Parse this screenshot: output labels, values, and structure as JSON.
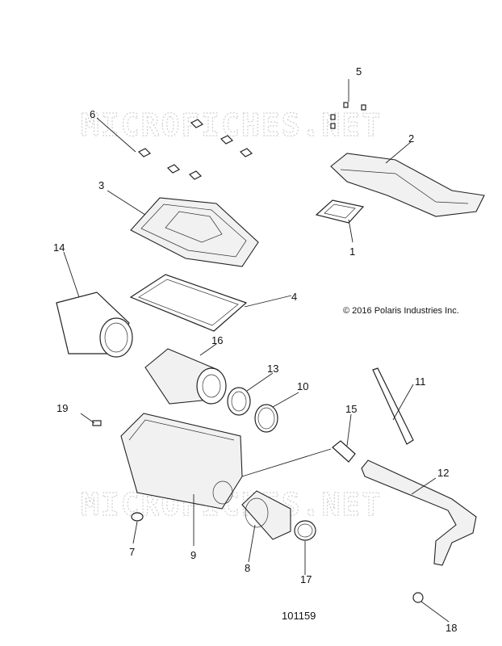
{
  "watermark": {
    "text_top": "MICROFICHES.NET",
    "text_bottom": "MICROFICHES.NET"
  },
  "copyright": "© 2016 Polaris Industries Inc.",
  "diagram_id": "101159",
  "callouts": [
    {
      "id": "c1",
      "label": "1"
    },
    {
      "id": "c2",
      "label": "2"
    },
    {
      "id": "c3",
      "label": "3"
    },
    {
      "id": "c4",
      "label": "4"
    },
    {
      "id": "c5",
      "label": "5"
    },
    {
      "id": "c6",
      "label": "6"
    },
    {
      "id": "c7",
      "label": "7"
    },
    {
      "id": "c8",
      "label": "8"
    },
    {
      "id": "c9",
      "label": "9"
    },
    {
      "id": "c10",
      "label": "10"
    },
    {
      "id": "c11",
      "label": "11"
    },
    {
      "id": "c12",
      "label": "12"
    },
    {
      "id": "c13",
      "label": "13"
    },
    {
      "id": "c14",
      "label": "14"
    },
    {
      "id": "c15",
      "label": "15"
    },
    {
      "id": "c16",
      "label": "16"
    },
    {
      "id": "c17",
      "label": "17"
    },
    {
      "id": "c18",
      "label": "18"
    },
    {
      "id": "c19",
      "label": "19"
    }
  ]
}
